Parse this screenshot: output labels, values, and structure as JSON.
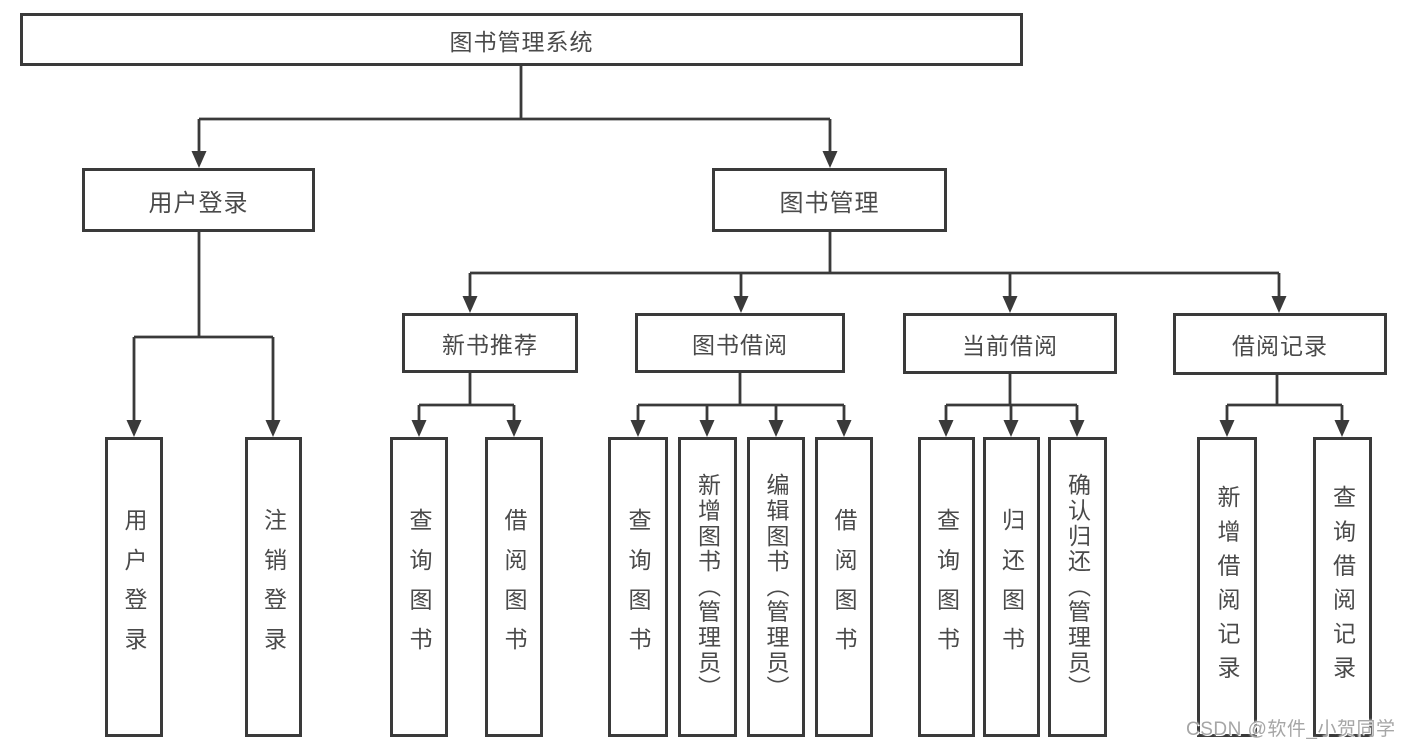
{
  "diagram_type": "hierarchy-org-chart",
  "colors": {
    "line": "#3a3a3a",
    "box_border": "#3a3a3a",
    "text": "#4a4a4a",
    "background": "#ffffff",
    "watermark": "#a6a6a6"
  },
  "tree": {
    "root": {
      "label": "图书管理系统"
    },
    "branches": [
      {
        "label": "用户登录",
        "leaves": [
          {
            "label": "用户登录"
          },
          {
            "label": "注销登录"
          }
        ]
      },
      {
        "label": "图书管理",
        "children": [
          {
            "label": "新书推荐",
            "leaves": [
              {
                "label": "查询图书"
              },
              {
                "label": "借阅图书"
              }
            ]
          },
          {
            "label": "图书借阅",
            "leaves": [
              {
                "label": "查询图书"
              },
              {
                "label": "新增图书（管理员）"
              },
              {
                "label": "编辑图书（管理员）"
              },
              {
                "label": "借阅图书"
              }
            ]
          },
          {
            "label": "当前借阅",
            "leaves": [
              {
                "label": "查询图书"
              },
              {
                "label": "归还图书"
              },
              {
                "label": "确认归还（管理员）"
              }
            ]
          },
          {
            "label": "借阅记录",
            "leaves": [
              {
                "label": "新增借阅记录"
              },
              {
                "label": "查询借阅记录"
              }
            ]
          }
        ]
      }
    ]
  },
  "watermark": {
    "text": "CSDN @软件_小贺同学"
  }
}
